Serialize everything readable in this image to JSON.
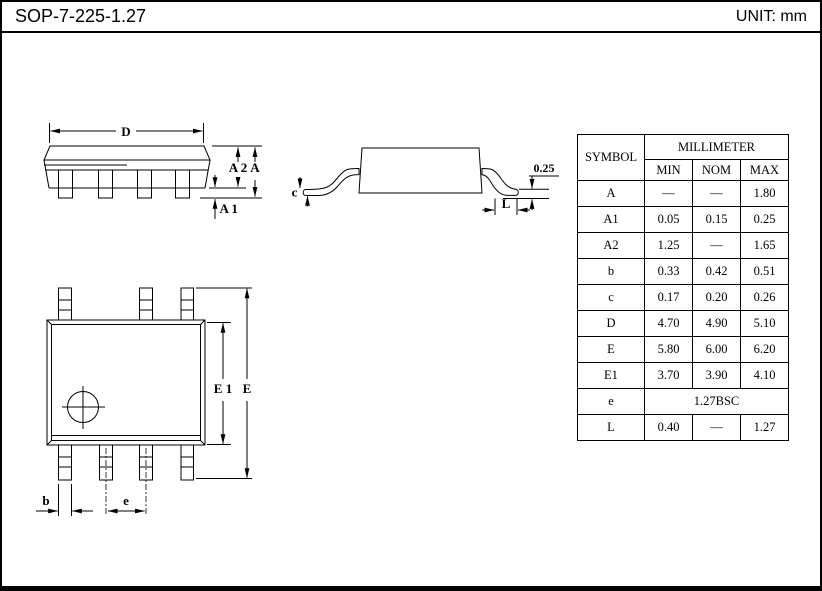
{
  "header": {
    "title": "SOP-7-225-1.27",
    "unit": "UNIT: mm"
  },
  "drawings": {
    "side_view": {
      "d": "D",
      "a2": "A 2",
      "a": "A",
      "a1": "A 1"
    },
    "end_view": {
      "c": "c",
      "standoff": "0.25",
      "l": "L"
    },
    "top_view": {
      "e1": "E 1",
      "e_overall": "E",
      "b": "b",
      "pitch": "e"
    }
  },
  "table": {
    "headers": {
      "symbol": "SYMBOL",
      "group": "MILLIMETER",
      "min": "MIN",
      "nom": "NOM",
      "max": "MAX"
    },
    "rows": [
      {
        "symbol": "A",
        "min": "—",
        "nom": "—",
        "max": "1.80"
      },
      {
        "symbol": "A1",
        "min": "0.05",
        "nom": "0.15",
        "max": "0.25"
      },
      {
        "symbol": "A2",
        "min": "1.25",
        "nom": "—",
        "max": "1.65"
      },
      {
        "symbol": "b",
        "min": "0.33",
        "nom": "0.42",
        "max": "0.51"
      },
      {
        "symbol": "c",
        "min": "0.17",
        "nom": "0.20",
        "max": "0.26"
      },
      {
        "symbol": "D",
        "min": "4.70",
        "nom": "4.90",
        "max": "5.10"
      },
      {
        "symbol": "E",
        "min": "5.80",
        "nom": "6.00",
        "max": "6.20"
      },
      {
        "symbol": "E1",
        "min": "3.70",
        "nom": "3.90",
        "max": "4.10"
      },
      {
        "symbol": "e",
        "span": "1.27BSC"
      },
      {
        "symbol": "L",
        "min": "0.40",
        "nom": "—",
        "max": "1.27"
      }
    ]
  },
  "colors": {
    "line": "#000000",
    "background": "#ffffff"
  }
}
